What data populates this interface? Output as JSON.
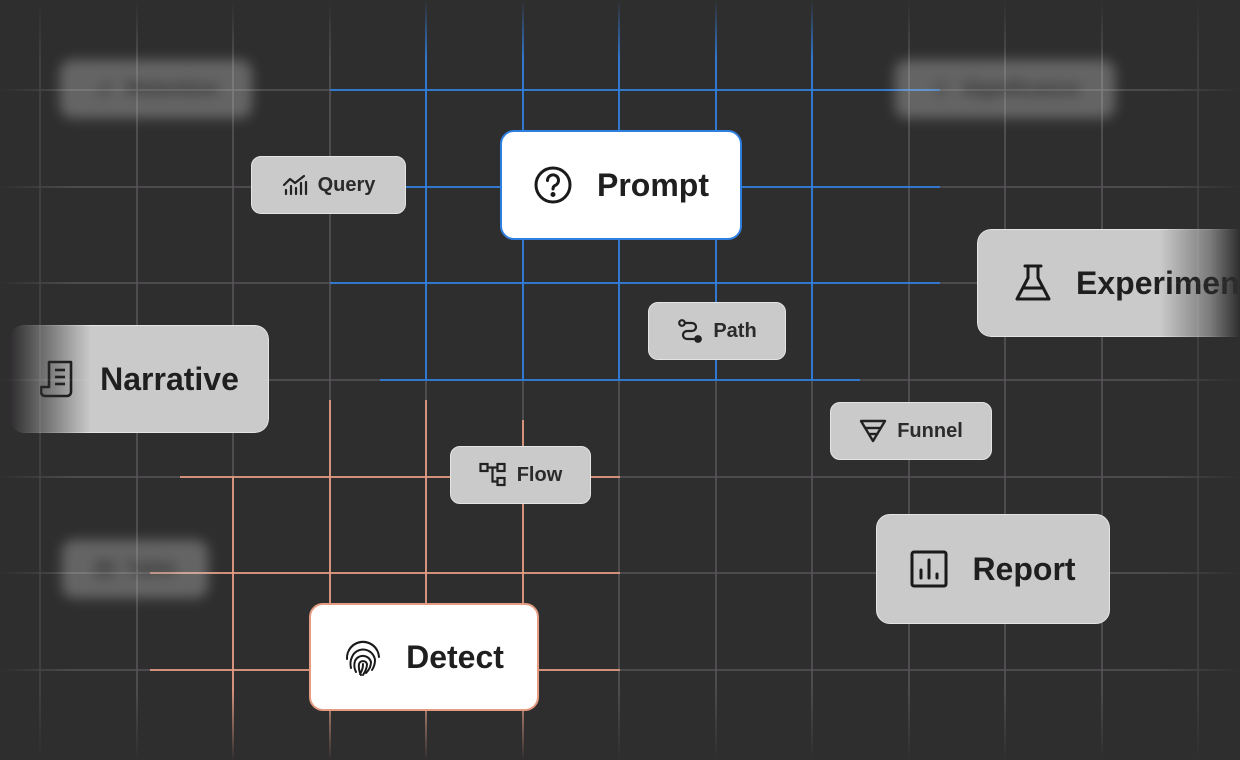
{
  "colors": {
    "background": "#2f2e2f",
    "grid_line": "#565456",
    "prompt_accent": "#2f7fe0",
    "detect_accent": "#e49c83",
    "node_fill": "#cacaca",
    "node_fill_active": "#ffffff"
  },
  "nodes": {
    "prompt": {
      "label": "Prompt",
      "icon": "question-circle-icon"
    },
    "detect": {
      "label": "Detect",
      "icon": "fingerprint-icon"
    },
    "query": {
      "label": "Query",
      "icon": "line-chart-icon"
    },
    "path": {
      "label": "Path",
      "icon": "path-icon"
    },
    "flow": {
      "label": "Flow",
      "icon": "flow-icon"
    },
    "funnel": {
      "label": "Funnel",
      "icon": "funnel-icon"
    },
    "narrative": {
      "label": "Narrative",
      "icon": "document-icon"
    },
    "report": {
      "label": "Report",
      "icon": "bar-chart-icon"
    },
    "experiment": {
      "label": "Experiment",
      "icon": "flask-icon"
    },
    "retention": {
      "label": "Retention",
      "icon": "retention-icon"
    },
    "significance": {
      "label": "Significance",
      "icon": "merge-icon"
    },
    "table": {
      "label": "Table",
      "icon": "table-icon"
    }
  }
}
